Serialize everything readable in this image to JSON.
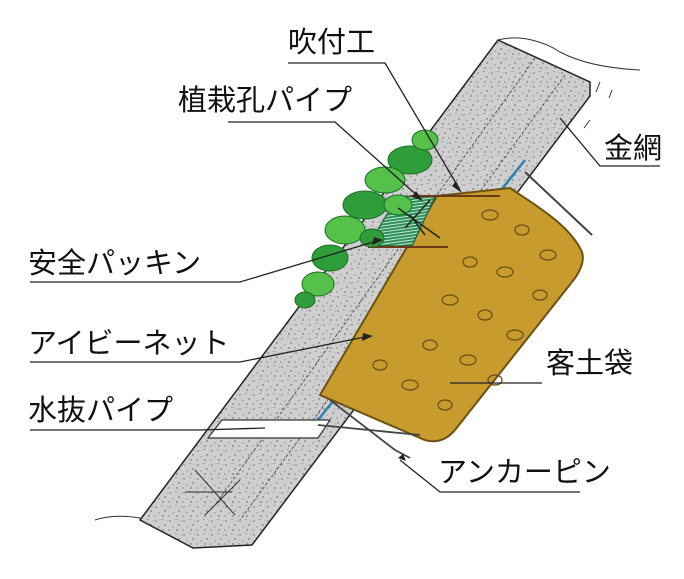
{
  "labels": {
    "shotcrete": "吹付工",
    "planting_pipe": "植栽孔パイプ",
    "wire_mesh": "金網",
    "safety_packing": "安全パッキン",
    "ivy_net": "アイビーネット",
    "soil_bag": "客土袋",
    "drain_pipe": "水抜パイプ",
    "anchor_pin": "アンカーピン"
  },
  "colors": {
    "concrete": "#cfcfcf",
    "soil_bag": "#c89b2e",
    "soil_bag_edge": "#6b5210",
    "mesh": "#2e7fb0",
    "packing": "#2f8f5c",
    "leaf": "#2f9e3a",
    "leaf_light": "#55c04a"
  }
}
